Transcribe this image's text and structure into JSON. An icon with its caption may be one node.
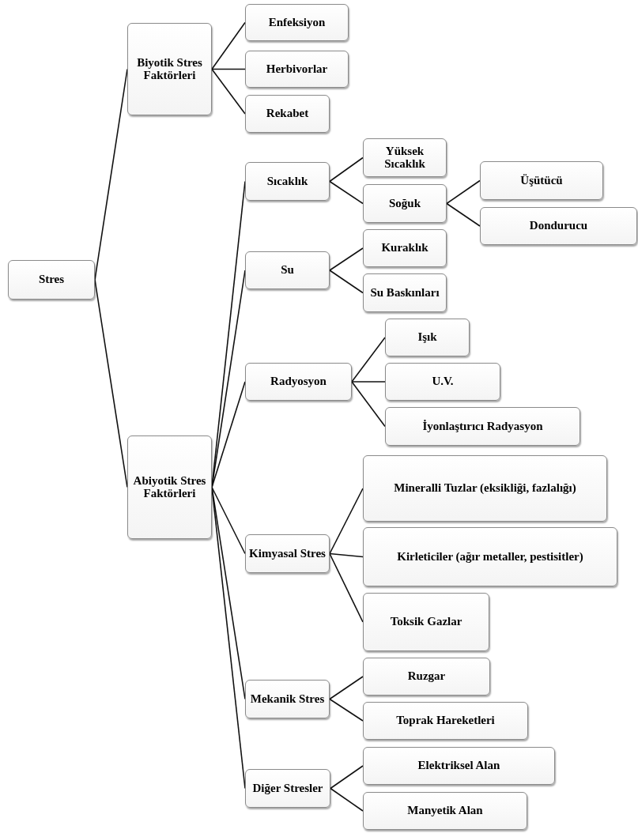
{
  "diagram": {
    "nodes": [
      {
        "text": [
          "Stres"
        ]
      },
      {
        "text": [
          "Biyotik Stres Faktörleri"
        ]
      },
      {
        "text": [
          "Enfeksiyon"
        ]
      },
      {
        "text": [
          "Herbivorlar"
        ]
      },
      {
        "text": [
          "Rekabet"
        ]
      },
      {
        "text": [
          "Abiyotik Stres Faktörleri"
        ]
      },
      {
        "text": [
          "Sıcaklık"
        ]
      },
      {
        "text": [
          "Yüksek Sıcaklık"
        ]
      },
      {
        "text": [
          "Soğuk"
        ]
      },
      {
        "text": [
          "Üşütücü"
        ]
      },
      {
        "text": [
          "Dondurucu"
        ]
      },
      {
        "text": [
          "Su"
        ]
      },
      {
        "text": [
          "Kuraklık"
        ]
      },
      {
        "text": [
          "Su Baskınları"
        ]
      },
      {
        "text": [
          "Radyosyon"
        ]
      },
      {
        "text": [
          "Işık"
        ]
      },
      {
        "text": [
          "U.V."
        ]
      },
      {
        "text": [
          "İyonlaştırıcı Radyasyon"
        ]
      },
      {
        "text": [
          "Kimyasal Stres"
        ]
      },
      {
        "text": [
          "Mineralli Tuzlar (eksikliği, fazlalığı)"
        ]
      },
      {
        "text": [
          "Kirleticiler (ağır metaller, pestisitler)"
        ]
      },
      {
        "text": [
          "Toksik Gazlar"
        ]
      },
      {
        "text": [
          "Mekanik Stres"
        ]
      },
      {
        "text": [
          "Ruzgar"
        ]
      },
      {
        "text": [
          "Toprak Hareketleri"
        ]
      },
      {
        "text": [
          "Diğer Stresler"
        ]
      },
      {
        "text": [
          "Elektriksel Alan"
        ]
      },
      {
        "text": [
          "Manyetik Alan"
        ]
      }
    ],
    "edges": [
      {
        "from": 0,
        "to": 1,
        "arrow": "none"
      },
      {
        "from": 0,
        "to": 5,
        "arrow": "none"
      },
      {
        "from": 1,
        "to": 2,
        "arrow": "none"
      },
      {
        "from": 1,
        "to": 3,
        "arrow": "none"
      },
      {
        "from": 1,
        "to": 4,
        "arrow": "none"
      },
      {
        "from": 5,
        "to": 6,
        "arrow": "none"
      },
      {
        "from": 5,
        "to": 11,
        "arrow": "none"
      },
      {
        "from": 5,
        "to": 14,
        "arrow": "none"
      },
      {
        "from": 5,
        "to": 18,
        "arrow": "none"
      },
      {
        "from": 5,
        "to": 22,
        "arrow": "none"
      },
      {
        "from": 5,
        "to": 25,
        "arrow": "none"
      },
      {
        "from": 6,
        "to": 7,
        "arrow": "none"
      },
      {
        "from": 6,
        "to": 8,
        "arrow": "none"
      },
      {
        "from": 8,
        "to": 9,
        "arrow": "none"
      },
      {
        "from": 8,
        "to": 10,
        "arrow": "none"
      },
      {
        "from": 11,
        "to": 12,
        "arrow": "none"
      },
      {
        "from": 11,
        "to": 13,
        "arrow": "none"
      },
      {
        "from": 14,
        "to": 15,
        "arrow": "none"
      },
      {
        "from": 14,
        "to": 16,
        "arrow": "none"
      },
      {
        "from": 14,
        "to": 17,
        "arrow": "none"
      },
      {
        "from": 18,
        "to": 19,
        "arrow": "none"
      },
      {
        "from": 18,
        "to": 20,
        "arrow": "none"
      },
      {
        "from": 18,
        "to": 21,
        "arrow": "none"
      },
      {
        "from": 22,
        "to": 23,
        "arrow": "none"
      },
      {
        "from": 22,
        "to": 24,
        "arrow": "none"
      },
      {
        "from": 25,
        "to": 26,
        "arrow": "none"
      },
      {
        "from": 25,
        "to": 27,
        "arrow": "none"
      }
    ]
  }
}
